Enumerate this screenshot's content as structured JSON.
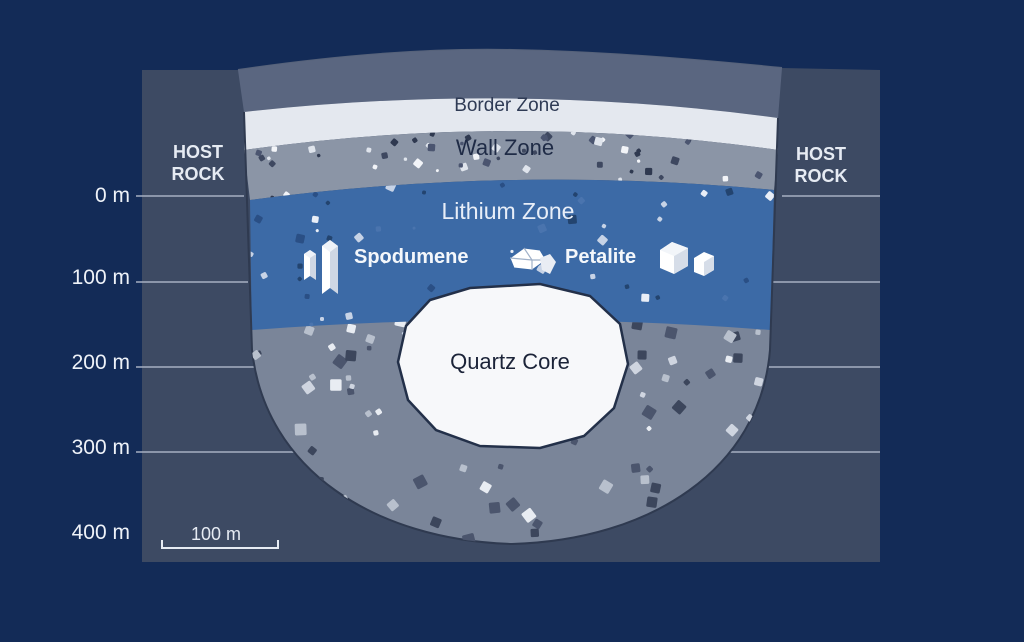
{
  "diagram": {
    "host_rock_left": [
      "HOST",
      "ROCK"
    ],
    "host_rock_right": [
      "HOST",
      "ROCK"
    ],
    "depths": [
      "0 m",
      "100 m",
      "200 m",
      "300 m",
      "400 m"
    ],
    "scale_bar": "100 m",
    "zones": {
      "border": "Border Zone",
      "wall": "Wall Zone",
      "lithium": "Lithium Zone",
      "core": "Quartz Core"
    },
    "minerals": [
      "Spodumene",
      "Petalite"
    ],
    "colors": {
      "background": "#132b57",
      "host_rock": "#3d4a63",
      "border_zone": "#e4e8ef",
      "wall_zone": "#8b95a6",
      "lithium_zone": "#3c6aa6",
      "core_halo": "#7a8599",
      "quartz_core": "#f7f8fa"
    }
  }
}
